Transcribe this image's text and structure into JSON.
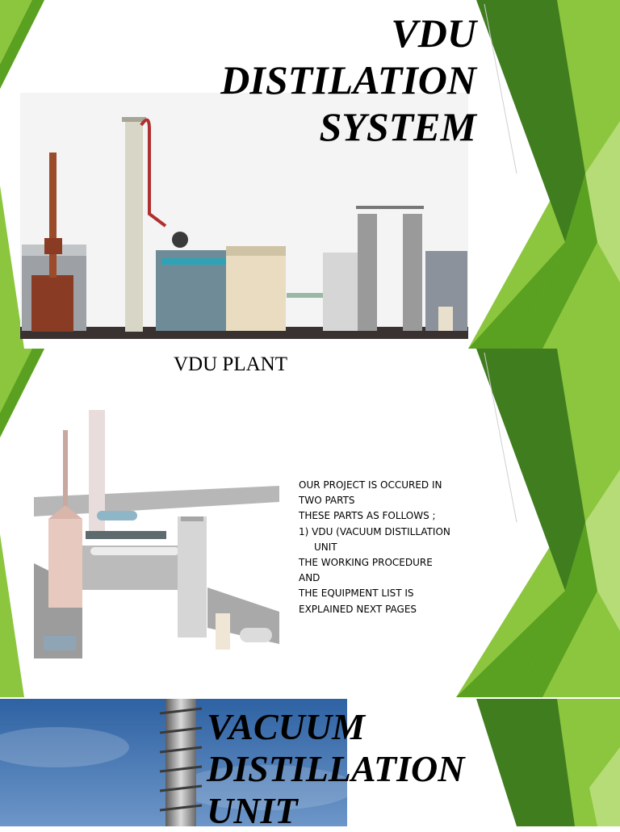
{
  "slides": [
    {
      "title_lines": [
        "VDU",
        "DISTILATION",
        "SYSTEM"
      ],
      "image": "3d-plant-elevation-render"
    },
    {
      "caption": "VDU PLANT",
      "body_lines": [
        "OUR PROJECT IS OCCURED IN",
        "TWO PARTS",
        "THESE PARTS AS FOLLOWS ;",
        "1)    VDU (VACUUM DISTILLATION",
        "UNIT",
        "THE WORKING PROCEDURE",
        "AND",
        "THE EQUIPMENT LIST IS",
        "EXPLAINED NEXT PAGES"
      ],
      "image": "3d-plant-isometric-render"
    },
    {
      "title_lines": [
        "VACUUM",
        "DISTILLATION",
        "UNIT"
      ],
      "image": "distillation-column-photo"
    }
  ],
  "colors": {
    "green_dark": "#3f7d1f",
    "green_mid": "#5aa021",
    "green_light": "#8cc63e",
    "green_pale": "#b6dc78"
  }
}
